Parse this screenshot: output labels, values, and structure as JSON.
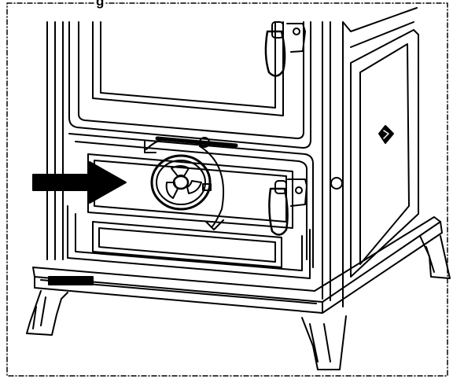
{
  "figure": {
    "caption_fragment": "g",
    "stove": {
      "components": [
        "upper-glass-door",
        "door-handle",
        "air-regulator-wheel",
        "lower-ash-drawer",
        "side-panel",
        "legs",
        "base-plinth"
      ],
      "indicator": "arrow-pointing-right",
      "rotation_hint": "clockwise"
    },
    "colors": {
      "line": "#000000",
      "background": "#ffffff",
      "frame_dash": "#000000"
    }
  }
}
